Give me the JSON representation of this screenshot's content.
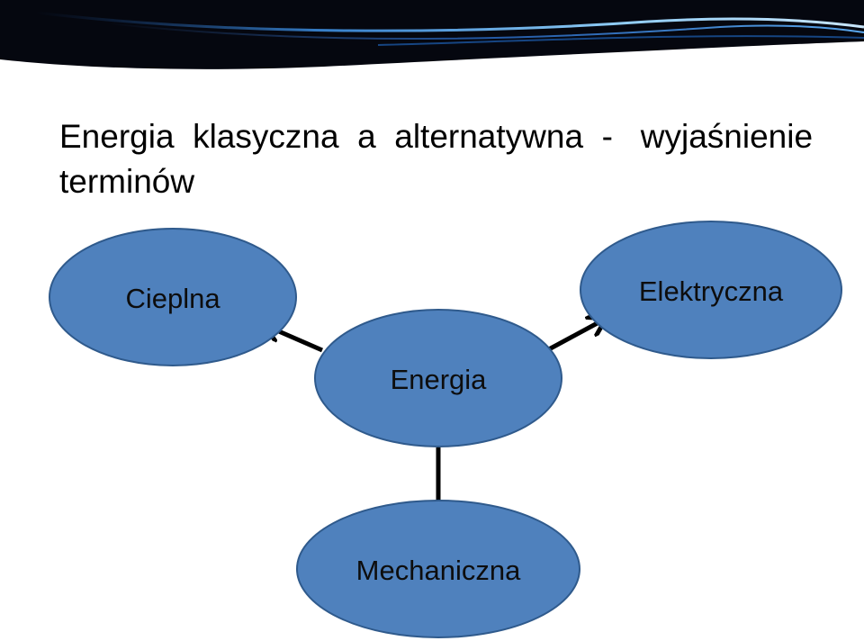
{
  "slide": {
    "title_line1": "Energia  klasyczna  a  alternatywna  -   wyjaśnienie",
    "title_line2": "terminów"
  },
  "diagram": {
    "center": {
      "label": "Energia"
    },
    "nodes": [
      {
        "id": "cieplna",
        "label": "Cieplna"
      },
      {
        "id": "elektryczna",
        "label": "Elektryczna"
      },
      {
        "id": "mechaniczna",
        "label": "Mechaniczna"
      }
    ]
  },
  "colors": {
    "node_fill": "#4f81bd",
    "node_stroke": "#2f5a8c",
    "arrow": "#000000",
    "banner_dark": "#05070f",
    "banner_light": "#6fb8f0"
  }
}
